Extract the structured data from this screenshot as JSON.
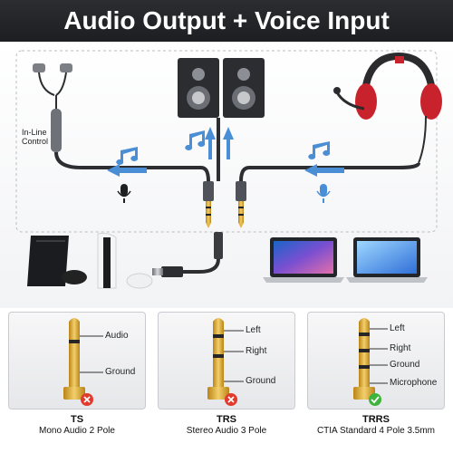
{
  "title": "Audio Output + Voice Input",
  "earphone": {
    "control_label": "In-Line\nControl"
  },
  "plugs": [
    {
      "name": "TS",
      "description": "Mono Audio 2 Pole",
      "labels": [
        "Audio",
        "Ground"
      ],
      "compatible": false
    },
    {
      "name": "TRS",
      "description": "Stereo Audio 3 Pole",
      "labels": [
        "Left",
        "Right",
        "Ground"
      ],
      "compatible": false
    },
    {
      "name": "TRRS",
      "description": "CTIA Standard 4 Pole 3.5mm",
      "labels": [
        "Left",
        "Right",
        "Ground",
        "Microphone"
      ],
      "compatible": true
    }
  ],
  "colors": {
    "banner": "#222326",
    "arrow": "#4a8fd6",
    "gold": "#d9a531",
    "red": "#e23a2c",
    "green": "#3fb43c",
    "cable": "#2c2e31"
  },
  "icons": {
    "note": "music-note-icon",
    "mic": "microphone-icon",
    "ok": "check-icon",
    "bad": "cross-icon"
  }
}
